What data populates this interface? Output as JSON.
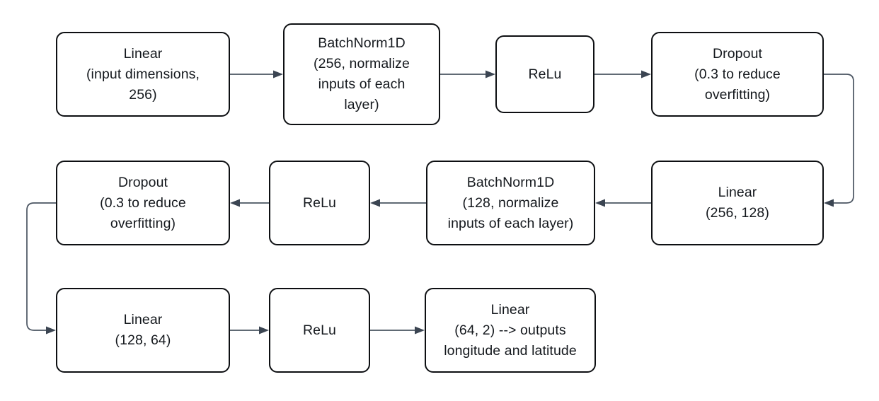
{
  "diagram": {
    "title": "Neural network layer stack flowchart",
    "type": "flowchart",
    "colors": {
      "node_border": "#0d0f12",
      "node_fill": "#ffffff",
      "text": "#14181d",
      "edge": "#4a5461",
      "arrowhead": "#3b4552",
      "background": "#ffffff"
    },
    "nodes": [
      {
        "id": "linear-input-256",
        "label": "Linear\n(input dimensions,\n256)",
        "row": 1
      },
      {
        "id": "batchnorm1d-256",
        "label": "BatchNorm1D\n(256, normalize\ninputs of each\nlayer)",
        "row": 1
      },
      {
        "id": "relu-1",
        "label": "ReLu",
        "row": 1
      },
      {
        "id": "dropout-1",
        "label": "Dropout\n(0.3 to reduce\noverfitting)",
        "row": 1
      },
      {
        "id": "dropout-2",
        "label": "Dropout\n(0.3 to reduce\noverfitting)",
        "row": 2
      },
      {
        "id": "relu-2",
        "label": "ReLu",
        "row": 2
      },
      {
        "id": "batchnorm1d-128",
        "label": "BatchNorm1D\n(128, normalize\ninputs of each layer)",
        "row": 2
      },
      {
        "id": "linear-256-128",
        "label": "Linear\n(256, 128)",
        "row": 2
      },
      {
        "id": "linear-128-64",
        "label": "Linear\n(128, 64)",
        "row": 3
      },
      {
        "id": "relu-3",
        "label": "ReLu",
        "row": 3
      },
      {
        "id": "linear-64-2",
        "label": "Linear\n(64, 2) --> outputs\nlongitude and latitude",
        "row": 3
      }
    ],
    "edges": [
      {
        "from": "linear-input-256",
        "to": "batchnorm1d-256",
        "direction": "right"
      },
      {
        "from": "batchnorm1d-256",
        "to": "relu-1",
        "direction": "right"
      },
      {
        "from": "relu-1",
        "to": "dropout-1",
        "direction": "right"
      },
      {
        "from": "dropout-1",
        "to": "linear-256-128",
        "direction": "wrap-right"
      },
      {
        "from": "linear-256-128",
        "to": "batchnorm1d-128",
        "direction": "left"
      },
      {
        "from": "batchnorm1d-128",
        "to": "relu-2",
        "direction": "left"
      },
      {
        "from": "relu-2",
        "to": "dropout-2",
        "direction": "left"
      },
      {
        "from": "dropout-2",
        "to": "linear-128-64",
        "direction": "wrap-left"
      },
      {
        "from": "linear-128-64",
        "to": "relu-3",
        "direction": "right"
      },
      {
        "from": "relu-3",
        "to": "linear-64-2",
        "direction": "right"
      }
    ]
  }
}
